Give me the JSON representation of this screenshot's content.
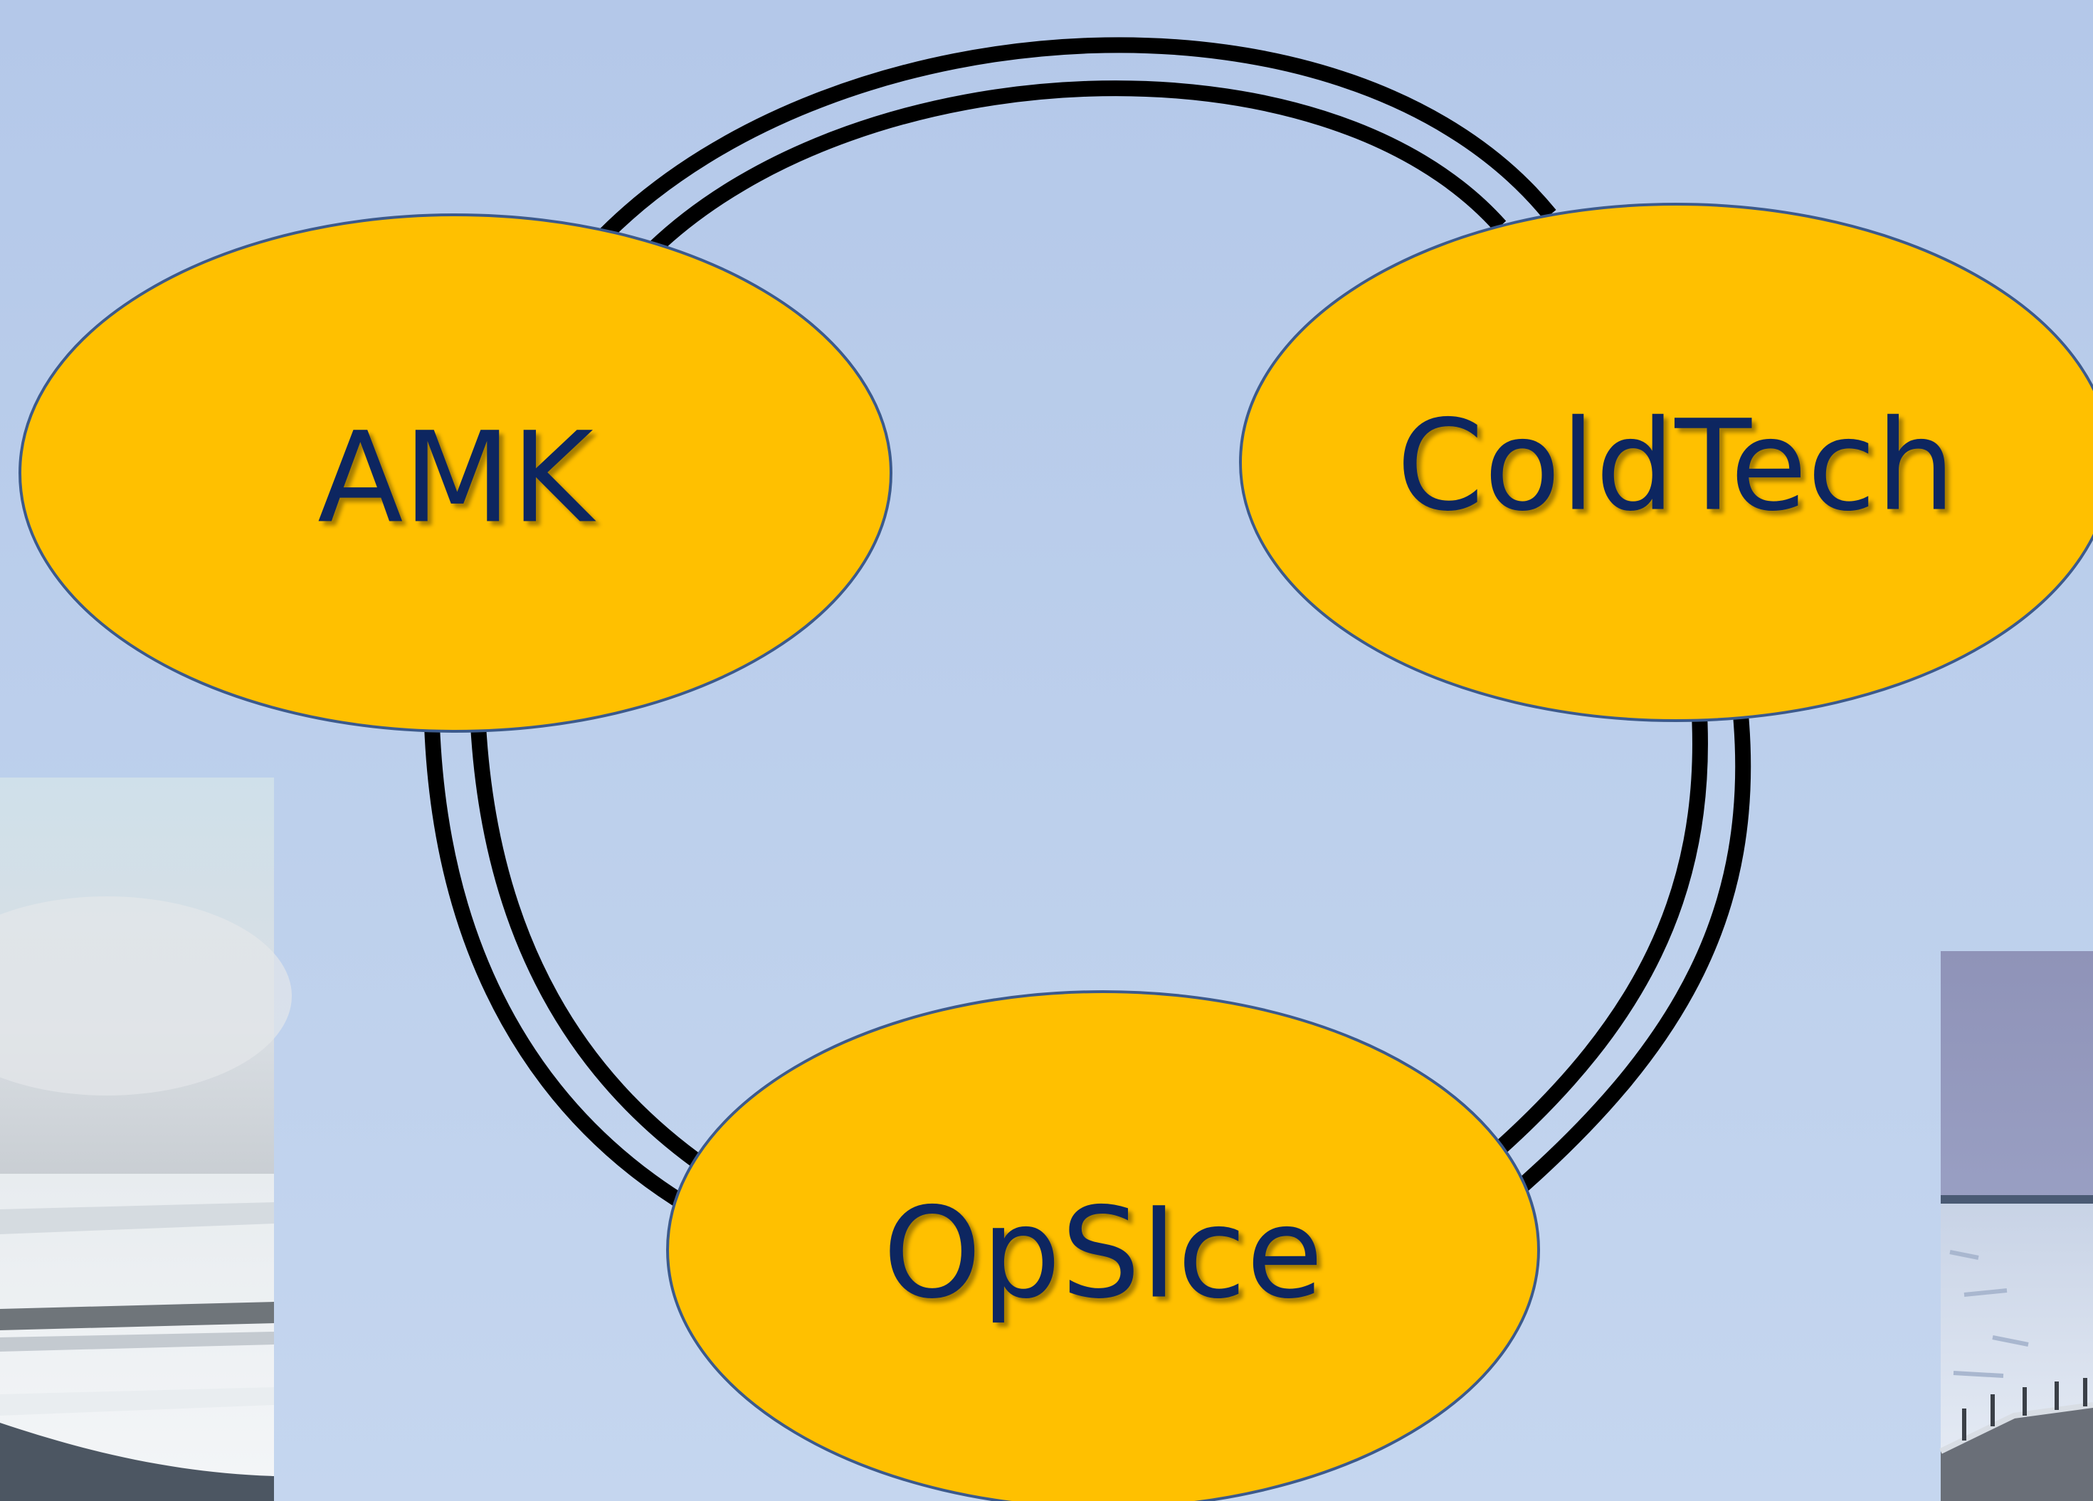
{
  "nodes": [
    {
      "id": "amk",
      "label": "AMK"
    },
    {
      "id": "coldtech",
      "label": "ColdTech"
    },
    {
      "id": "opsice",
      "label": "OpSIce"
    }
  ],
  "edges": [
    {
      "from": "AMK",
      "to": "ColdTech",
      "style": "double-line"
    },
    {
      "from": "AMK",
      "to": "OpSIce",
      "style": "double-line"
    },
    {
      "from": "ColdTech",
      "to": "OpSIce",
      "style": "double-line"
    }
  ],
  "colors": {
    "background": "#b8cbea",
    "node_fill": "#ffc000",
    "node_stroke": "#3c5a8c",
    "label_text": "#0b2561",
    "connector": "#000000"
  },
  "photos": [
    {
      "name": "sea-ice-photo-left",
      "subject": "arctic sea ice, foggy sky"
    },
    {
      "name": "sea-ice-photo-right",
      "subject": "ship deck over ice field, cloudy sky"
    }
  ]
}
